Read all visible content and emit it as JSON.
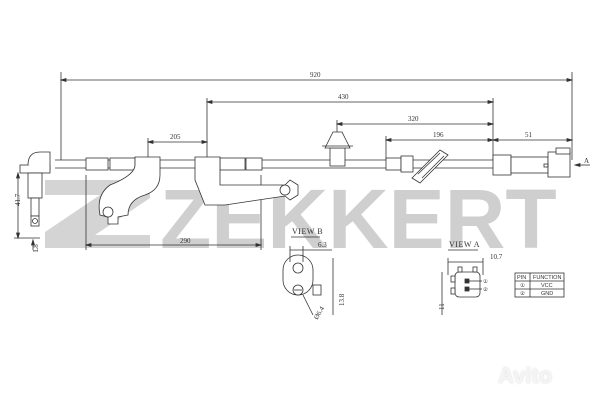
{
  "drawing": {
    "subject": "ABS wheel speed sensor",
    "watermark_brand": "ZEKKERT",
    "watermark_site": "Avito",
    "dimensions": {
      "overall_length": "920",
      "clip_to_connector": "430",
      "clip2_to_connector": "320",
      "grommet_to_connector": "196",
      "connector_length": "51",
      "bracket_spacing": "205",
      "bracket_span": "290",
      "sensor_height": "41.7",
      "sensor_tip": "L8",
      "view_b_width": "6.3",
      "view_b_height": "13.8",
      "view_b_hole": "Ø6.4",
      "view_a_width": "10.7",
      "view_a_height": "11"
    },
    "view_labels": {
      "view_a": "VIEW A",
      "view_b": "VIEW B",
      "arrow_a": "A"
    },
    "pin_table": {
      "headers": [
        "PIN",
        "FUNCTION"
      ],
      "rows": [
        {
          "pin": "①",
          "function": "VCC"
        },
        {
          "pin": "②",
          "function": "GND"
        }
      ]
    },
    "pin_callouts": [
      "①",
      "②"
    ],
    "colors": {
      "line": "#333333",
      "watermark": "#cfcfcf",
      "background": "#ffffff"
    }
  }
}
